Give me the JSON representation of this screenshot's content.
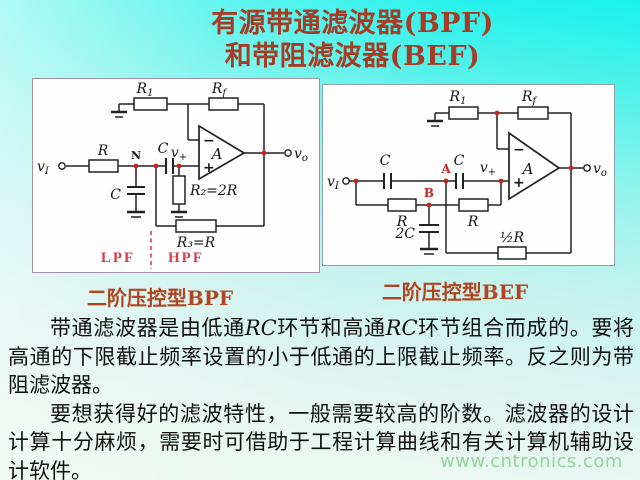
{
  "title": {
    "line1": "有源带通滤波器(BPF)",
    "line2": "和带阻滤波器(BEF)"
  },
  "colors": {
    "title_red": "#a63c24",
    "caption_red": "#b2451f",
    "schematic_red": "#c2281e",
    "lpf_hpf_red": "#d2404a",
    "background_cyan": "#18f2ee",
    "watermark_green": "#8ed494"
  },
  "circuits": {
    "bpf": {
      "caption": "二阶压控型BPF",
      "labels": {
        "r1m": "R",
        "r1s": "1",
        "rfm": "R",
        "rfs": "f",
        "rin": "R",
        "n": "N",
        "cshunt": "C",
        "cseries": "C",
        "vpm": "v",
        "vps": "+",
        "minus": "−",
        "plus": "+",
        "amp": "A",
        "r2": "R₂=2R",
        "r3": "R₃=R",
        "vim": "v",
        "vis": "I",
        "vom": "v",
        "vos": "o",
        "lpf": "LPF",
        "hpf": "HPF"
      }
    },
    "bef": {
      "caption": "二阶压控型BEF",
      "labels": {
        "r1m": "R",
        "r1s": "1",
        "rfm": "R",
        "rfs": "f",
        "c1": "C",
        "c2": "C",
        "nodea": "A",
        "nodeb": "B",
        "vpm": "v",
        "vps": "+",
        "minus": "−",
        "plus": "+",
        "amp": "A",
        "ra": "R",
        "rb": "R",
        "c2c": "2C",
        "halfr": "½R",
        "vim": "v",
        "vis": "I",
        "vom": "v",
        "vos": "o"
      }
    }
  },
  "paragraphs": {
    "p1": [
      {
        "t": "带通滤波器是由低通"
      },
      {
        "t": "RC"
      },
      {
        "t": "环节和高通"
      },
      {
        "t": "RC"
      },
      {
        "t": "环节组合而成的。要将高通的下限截止频率设置的小于低通的上限截止频率。反之则为带阻滤波器。"
      }
    ],
    "p2": "要想获得好的滤波特性，一般需要较高的阶数。滤波器的设计计算十分麻烦，需要时可借助于工程计算曲线和有关计算机辅助设计软件。"
  },
  "watermark": "www.cntronics.com"
}
